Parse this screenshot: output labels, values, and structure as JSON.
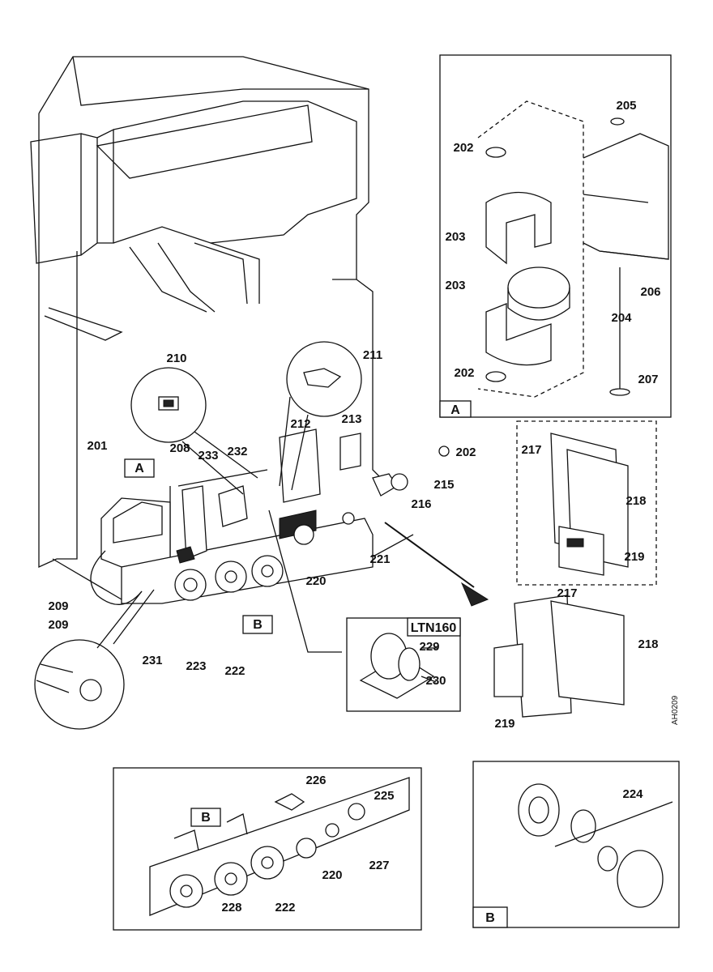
{
  "diagram": {
    "part_labels": [
      "201",
      "208",
      "233",
      "232",
      "210",
      "211",
      "212",
      "213",
      "202",
      "215",
      "216",
      "221",
      "220",
      "209",
      "209",
      "231",
      "223",
      "222",
      "229",
      "230",
      "205",
      "202",
      "203",
      "203",
      "204",
      "206",
      "202",
      "207",
      "217",
      "218",
      "219",
      "217",
      "218",
      "219",
      "226",
      "225",
      "227",
      "220",
      "228",
      "222",
      "224"
    ],
    "view_labels": [
      "A",
      "B",
      "A",
      "B",
      "B"
    ],
    "inset_model_label": "LTN160",
    "drawing_code": "AH0209"
  }
}
